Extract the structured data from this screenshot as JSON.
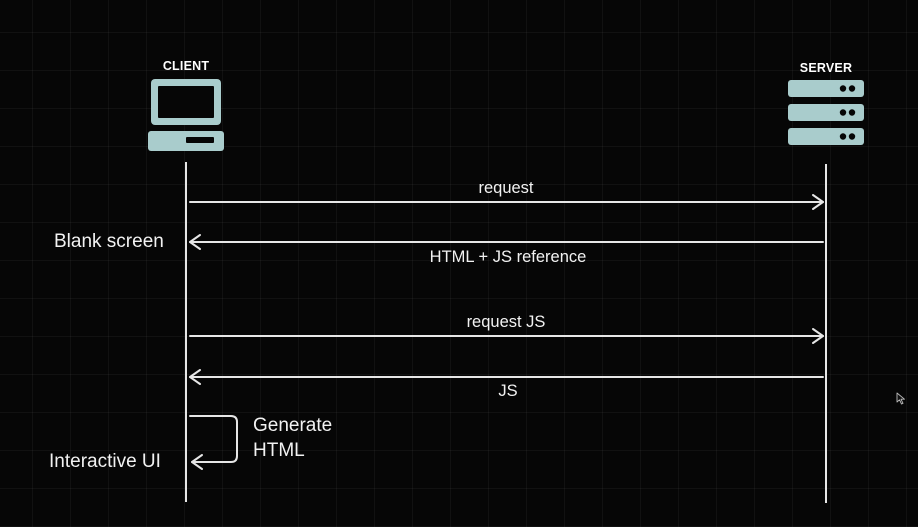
{
  "actors": {
    "client": {
      "label": "CLIENT",
      "icon": "computer-icon"
    },
    "server": {
      "label": "SERVER",
      "icon": "server-rack-icon"
    }
  },
  "messages": [
    {
      "label": "request",
      "direction": "client-to-server"
    },
    {
      "label": "HTML + JS reference",
      "direction": "server-to-client"
    },
    {
      "label": "request JS",
      "direction": "client-to-server"
    },
    {
      "label": "JS",
      "direction": "server-to-client"
    }
  ],
  "client_notes": {
    "blank_screen": "Blank screen",
    "interactive_ui": "Interactive UI"
  },
  "self_step": {
    "line1": "Generate",
    "line2": "HTML"
  },
  "colors": {
    "icon": "#a9cccc",
    "line": "#e6e6e6",
    "background": "#060606"
  }
}
